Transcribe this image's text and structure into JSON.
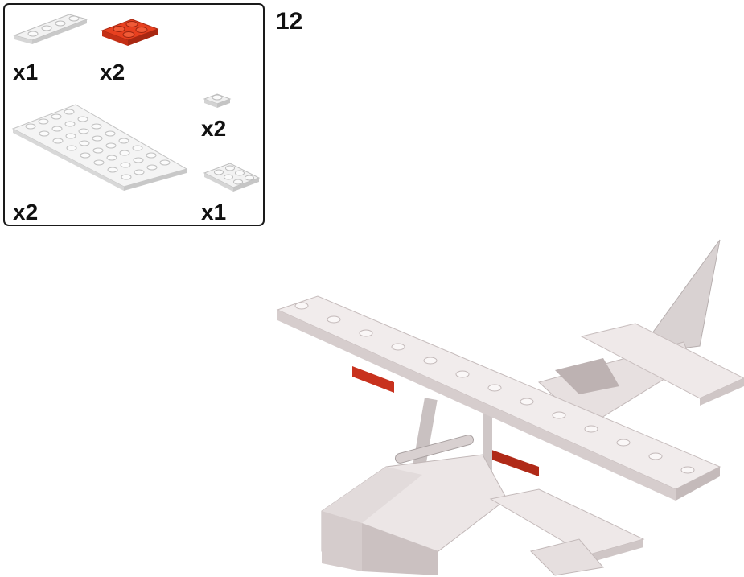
{
  "step": {
    "number": "12"
  },
  "parts": [
    {
      "name": "white-plate-1x4",
      "color": "#e8e8e8",
      "qty": "x1"
    },
    {
      "name": "red-plate-2x2",
      "color": "#e23a1e",
      "qty": "x2"
    },
    {
      "name": "white-plate-1x1",
      "color": "#e8e8e8",
      "qty": "x2"
    },
    {
      "name": "white-plate-4x8",
      "color": "#e8e8e8",
      "qty": "x2"
    },
    {
      "name": "white-plate-2x3",
      "color": "#e8e8e8",
      "qty": "x1"
    }
  ],
  "model": {
    "body_color": "#ece6e6",
    "accent_color": "#c8321e"
  }
}
